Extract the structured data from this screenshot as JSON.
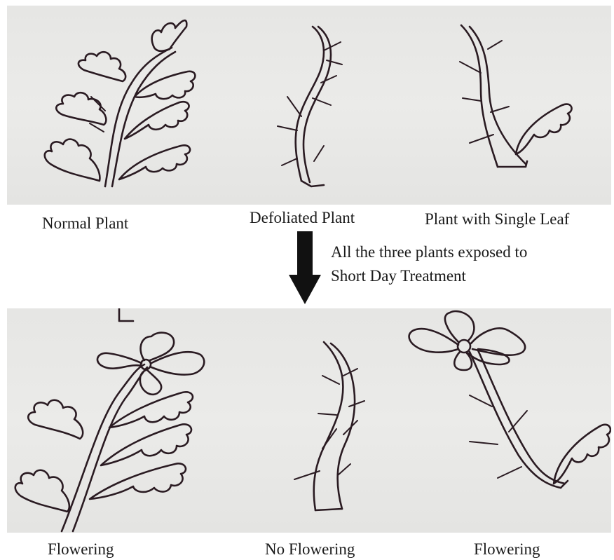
{
  "top_labels": {
    "normal": "Normal Plant",
    "defoliated": "Defoliated Plant",
    "single_leaf": "Plant with Single Leaf"
  },
  "treatment": {
    "line1": "All the three plants exposed to",
    "line2": "Short Day Treatment"
  },
  "bottom_labels": {
    "normal_result": "Flowering",
    "defoliated_result": "No Flowering",
    "single_leaf_result": "Flowering"
  },
  "colors": {
    "ink": "#2a1b22",
    "arrow": "#111111",
    "paper": "#e8e8e6"
  }
}
